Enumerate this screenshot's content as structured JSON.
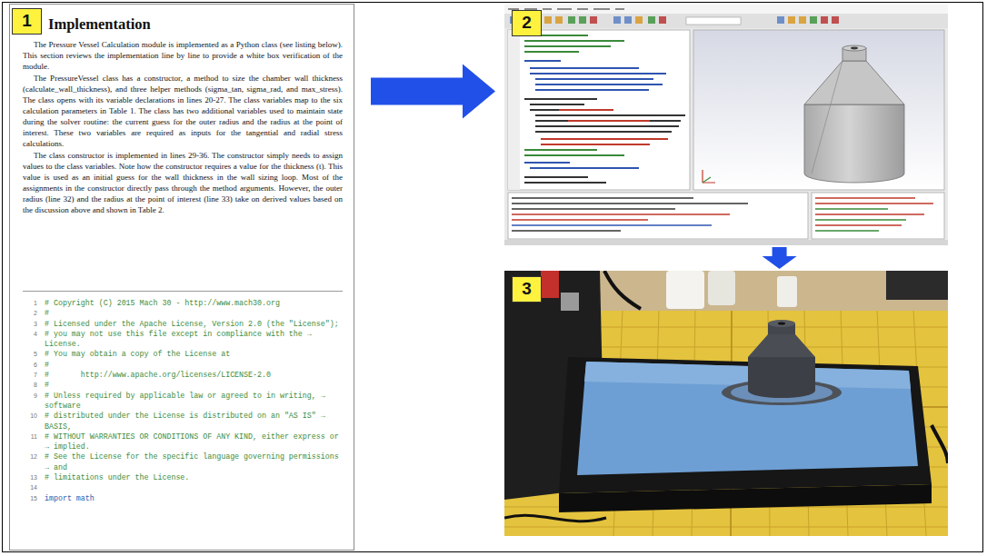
{
  "diagram": {
    "nodes": [
      {
        "text": [
          "1",
          "Implementation",
          "The Pressure Vessel Calculation module is implemented as a Python class (see listing below). This section reviews the implementation line by line to provide a white box verification of the module.",
          "The PressureVessel class has a constructor, a method to size the chamber wall thickness (calculate_wall_thickness), and three helper methods (sigma_tan, sigma_rad, and max_stress). The class opens with its variable declarations in lines 20-27. The class variables map to the six calculation parameters in Table 1. The class has two additional variables used to maintain state during the solver routine: the current guess for the outer radius and the radius at the point of interest. These two variables are required as inputs for the tangential and radial stress calculations.",
          "The class constructor is implemented in lines 29-36. The constructor simply needs to assign values to the class variables. Note how the constructor requires a value for the thickness (t). This value is used as an initial guess for the wall thickness in the wall sizing loop. Most of the assignments in the constructor directly pass through the method arguments. However, the outer radius (line 32) and the radius at the point of interest (line 33) take on derived values based on the discussion above and shown in Table 2.",
          "1",
          "# Copyright (C) 2015 Mach 30 - http://www.mach30.org",
          "2",
          "#",
          "3",
          "# Licensed under the Apache License, Version 2.0 (the \"License\");",
          "4",
          "# you may not use this file except in compliance with the → License.",
          "5",
          "# You may obtain a copy of the License at",
          "6",
          "#",
          "7",
          "#       http://www.apache.org/licenses/LICENSE-2.0",
          "8",
          "#",
          "9",
          "# Unless required by applicable law or agreed to in writing, → software",
          "10",
          "# distributed under the License is distributed on an \"AS IS\" → BASIS,",
          "11",
          "# WITHOUT WARRANTIES OR CONDITIONS OF ANY KIND, either express or → implied.",
          "12",
          "# See the License for the specific language governing permissions → and",
          "13",
          "# limitations under the License.",
          "14",
          "15",
          "import math"
        ]
      },
      {
        "text": [
          "2"
        ]
      },
      {
        "text": [
          "3"
        ]
      }
    ],
    "edges": [
      {
        "from": 0,
        "to": 1,
        "arrow": "to"
      },
      {
        "from": 1,
        "to": 2,
        "arrow": "to"
      }
    ]
  }
}
